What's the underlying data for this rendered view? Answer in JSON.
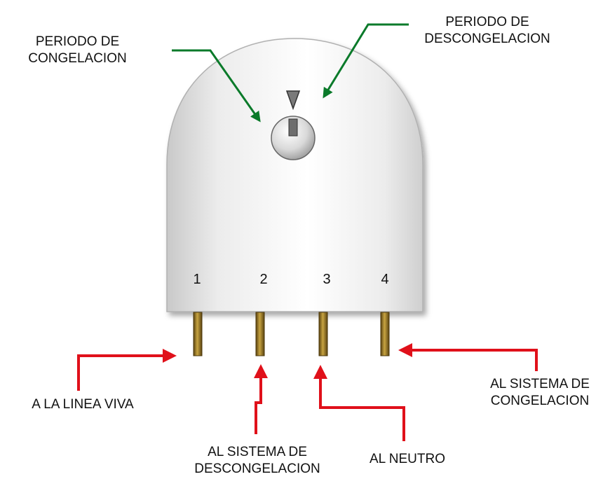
{
  "labels": {
    "freeze_period": [
      "PERIODO DE",
      "CONGELACION"
    ],
    "defrost_period": [
      "PERIODO DE",
      "DESCONGELACION"
    ],
    "live_line": "A LA LINEA VIVA",
    "defrost_system": [
      "AL SISTEMA DE",
      "DESCONGELACION"
    ],
    "neutral": "AL NEUTRO",
    "freeze_system": [
      "AL SISTEMA DE",
      "CONGELACION"
    ]
  },
  "pins": [
    "1",
    "2",
    "3",
    "4"
  ],
  "colors": {
    "green_arrow": "#0a7a2a",
    "red_arrow": "#e0101a",
    "pin_brass": "#8a6a1c",
    "body_light": "#ffffff",
    "body_shade": "#c8c8c8"
  }
}
